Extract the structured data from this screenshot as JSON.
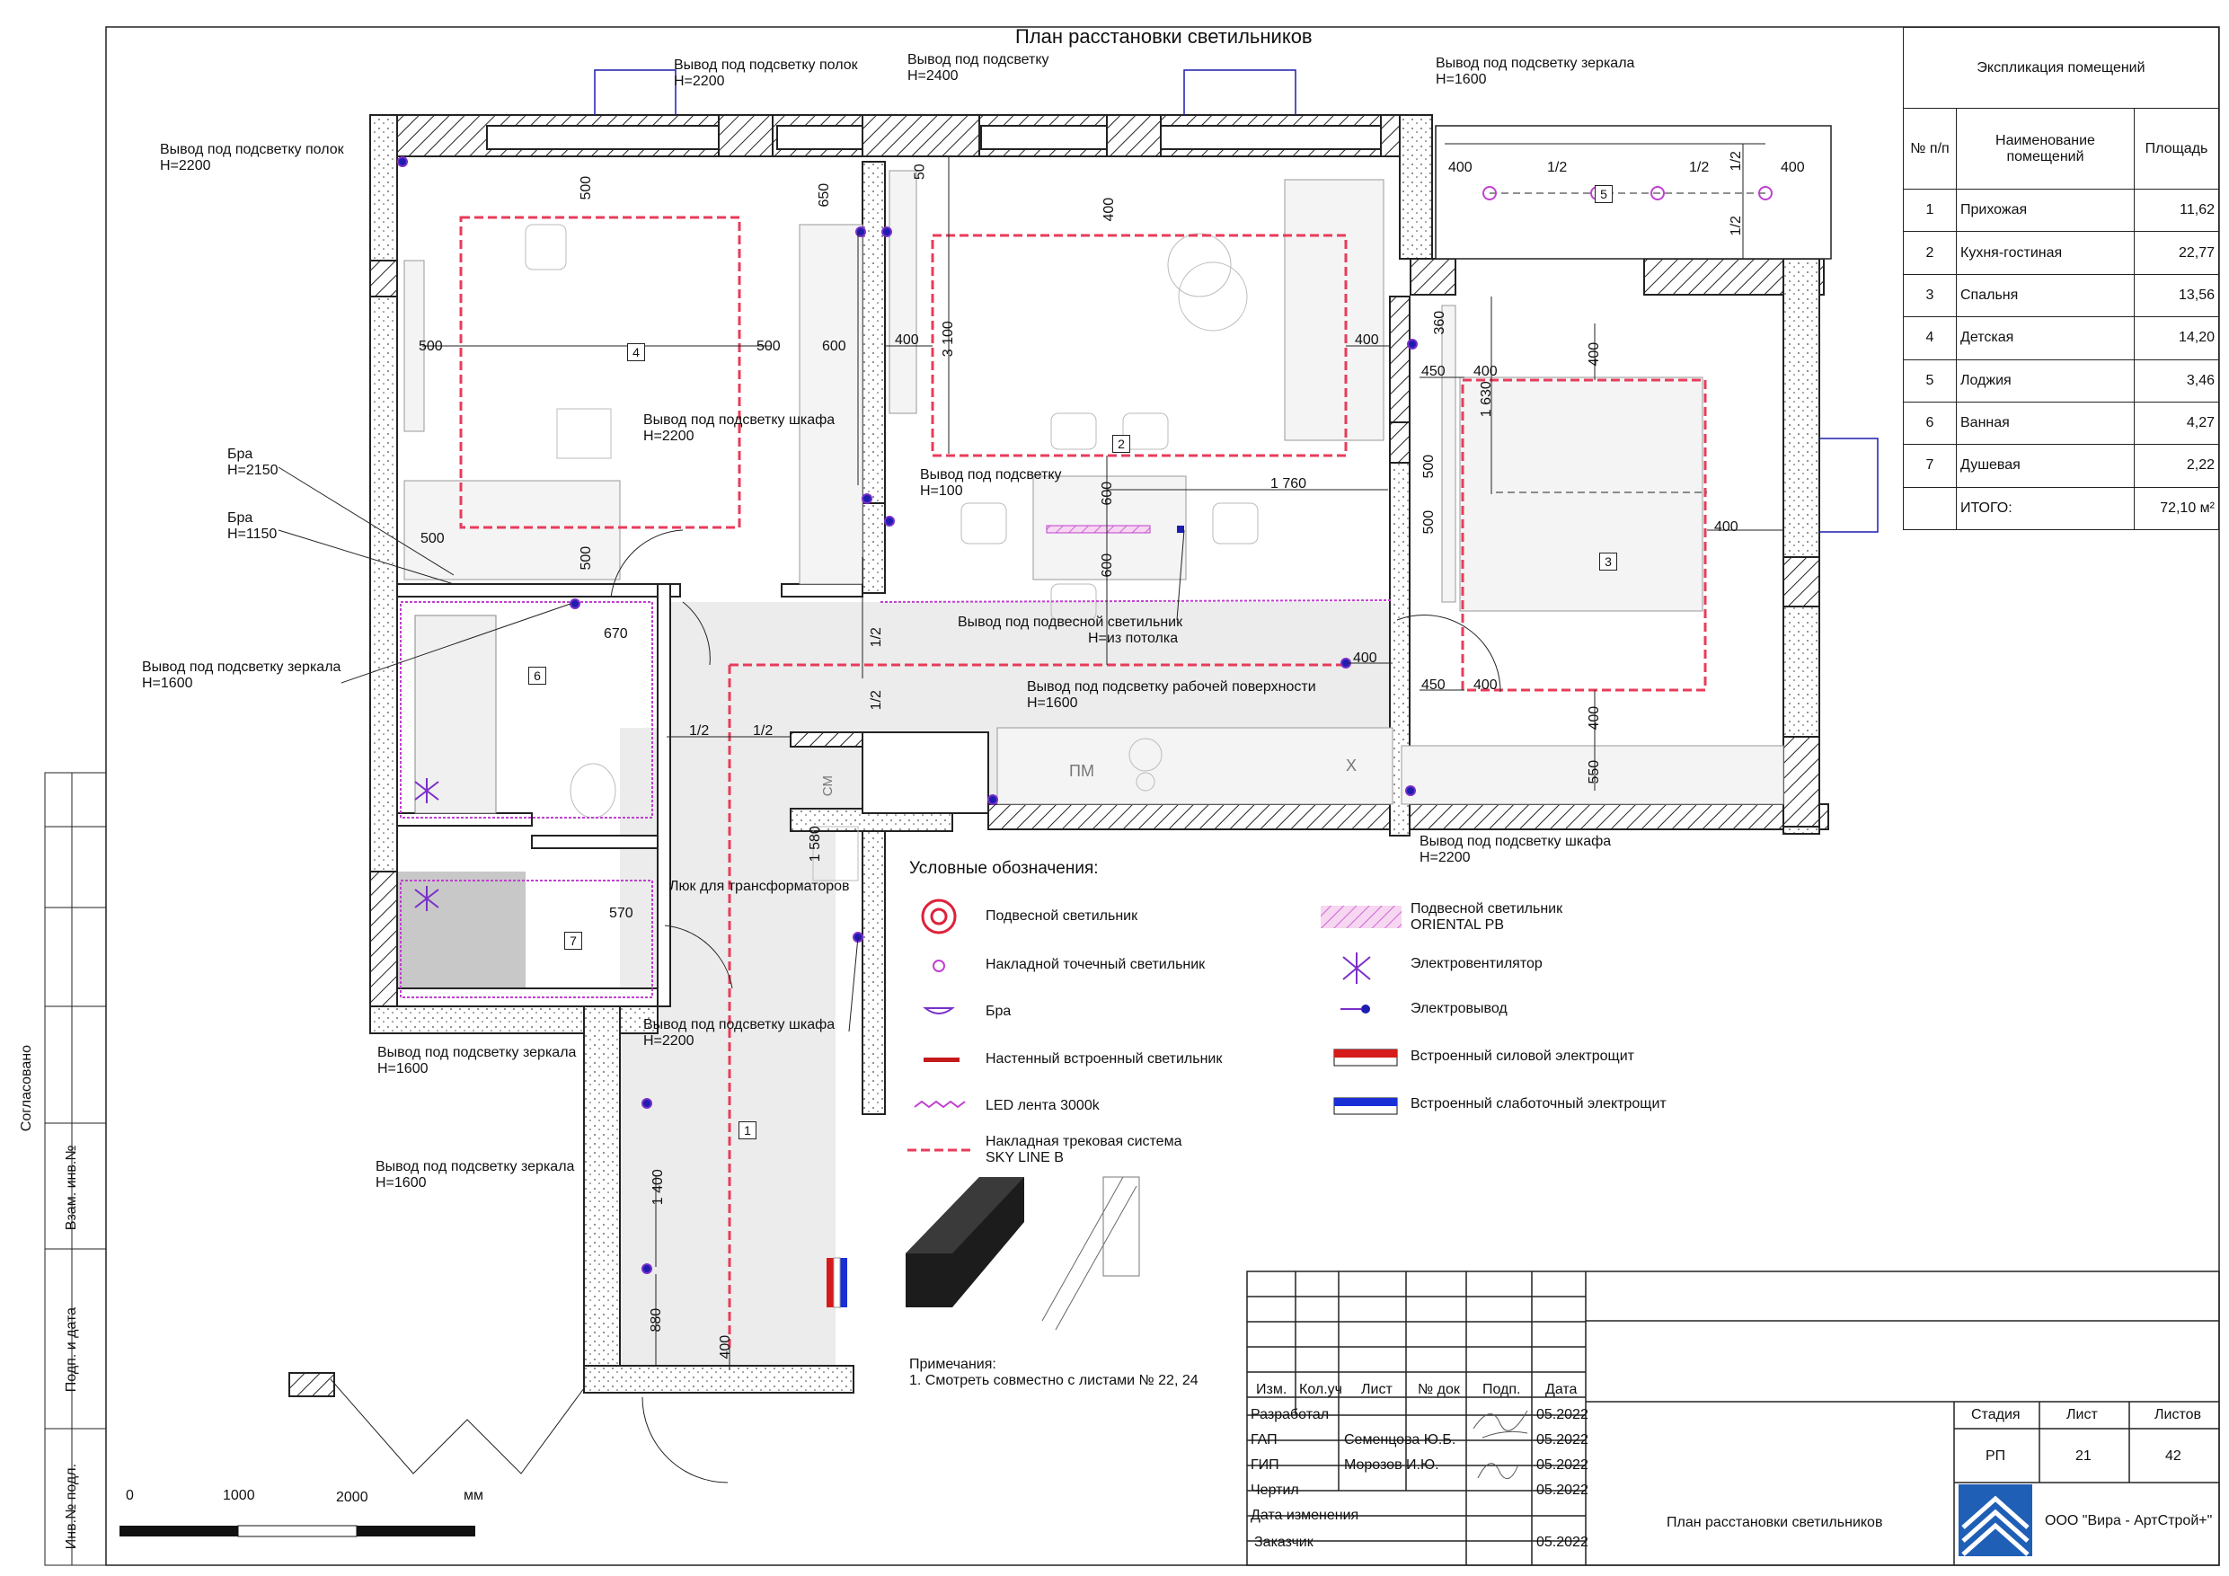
{
  "title": "План расстановки светильников",
  "explication": {
    "heading": "Экспликация помещений",
    "col_num": "№ п/п",
    "col_name": "Наименование помещений",
    "col_area": "Площадь",
    "rows": [
      {
        "n": "1",
        "name": "Прихожая",
        "area": "11,62"
      },
      {
        "n": "2",
        "name": "Кухня-гостиная",
        "area": "22,77"
      },
      {
        "n": "3",
        "name": "Спальня",
        "area": "13,56"
      },
      {
        "n": "4",
        "name": "Детская",
        "area": "14,20"
      },
      {
        "n": "5",
        "name": "Лоджия",
        "area": "3,46"
      },
      {
        "n": "6",
        "name": "Ванная",
        "area": "4,27"
      },
      {
        "n": "7",
        "name": "Душевая",
        "area": "2,22"
      }
    ],
    "total_label": "ИТОГО:",
    "total_area": "72,10 м²"
  },
  "callouts": {
    "c1": "Вывод под подсветку полок",
    "c1h": "H=2200",
    "c2": "Вывод под подсветку полок",
    "c2h": "H=2200",
    "c3": "Вывод под подсветку",
    "c3h": "H=2400",
    "c4": "Вывод под подсветку зеркала",
    "c4h": "H=1600",
    "c5": "Бра",
    "c5h": "H=2150",
    "c6": "Бра",
    "c6h": "H=1150",
    "c7": "Вывод под подсветку зеркала",
    "c7h": "H=1600",
    "c8": "Вывод под подсветку шкафа",
    "c8h": "H=2200",
    "c9": "Вывод под подсветку",
    "c9h": "H=100",
    "c10": "Вывод под подвесной светильник",
    "c10h": "H=из потолка",
    "c11": "Вывод под подсветку рабочей поверхности",
    "c11h": "H=1600",
    "c12": "Вывод под подсветку шкафа",
    "c12h": "H=2200",
    "c13": "Люк для трансформаторов",
    "c14": "Вывод под подсветку шкафа",
    "c14h": "H=2200",
    "c15": "Вывод под подсветку зеркала",
    "c15h": "H=1600",
    "c16": "Вывод под подсветку зеркала",
    "c16h": "H=1600"
  },
  "dims": {
    "d500a": "500",
    "d650": "650",
    "d50": "50",
    "d400a": "400",
    "d400b": "400",
    "d500b": "500",
    "d500c": "500",
    "d600a": "600",
    "d400c": "400",
    "d3100": "3 100",
    "d400d": "400",
    "d600b": "600",
    "d600c": "600",
    "d1760": "1 760",
    "d500d": "500",
    "d500e": "500",
    "d670": "670",
    "d12a": "1/2",
    "d12b": "1/2",
    "d12c": "1/2",
    "d12d": "1/2",
    "d400e": "400",
    "d1580": "1 580",
    "d570": "570",
    "d1400": "1 400",
    "d880": "880",
    "d400f": "400",
    "d360": "360",
    "d450a": "450",
    "d400g": "400",
    "d1630": "1 630",
    "d400h": "400",
    "d500f": "500",
    "d500g": "500",
    "d400i": "400",
    "d450b": "450",
    "d400j": "400",
    "d400k": "400",
    "d550": "550",
    "l400a": "400",
    "l12a": "1/2",
    "l12b": "1/2",
    "l12c": "1/2",
    "l400b": "400",
    "l12d": "1/2"
  },
  "rooms": {
    "r1": "1",
    "r2": "2",
    "r3": "3",
    "r4": "4",
    "r5": "5",
    "r6": "6",
    "r7": "7"
  },
  "kitchen_marks": {
    "pm": "ПМ",
    "sm": "СМ",
    "x": "X"
  },
  "legend": {
    "heading": "Условные обозначения:",
    "items_left": [
      {
        "icon": "pendant-lamp-icon",
        "label": "Подвесной светильник"
      },
      {
        "icon": "spot-lamp-icon",
        "label": "Накладной точечный светильник"
      },
      {
        "icon": "sconce-icon",
        "label": "Бра"
      },
      {
        "icon": "wall-recessed-lamp-icon",
        "label": "Настенный встроенный светильник"
      },
      {
        "icon": "led-strip-icon",
        "label": "LED лента 3000k"
      },
      {
        "icon": "track-system-icon",
        "label": "Накладная трековая система"
      }
    ],
    "track_sub": "SKY LINE B",
    "items_right": [
      {
        "icon": "pendant-oriental-icon",
        "label": "Подвесной светильник"
      },
      {
        "icon": "fan-icon",
        "label": "Электровентилятор"
      },
      {
        "icon": "outlet-icon",
        "label": "Электровывод"
      },
      {
        "icon": "power-panel-icon",
        "label": "Встроенный силовой электрощит"
      },
      {
        "icon": "lowcurrent-panel-icon",
        "label": "Встроенный слаботочный электрощит"
      }
    ],
    "oriental_sub": "ORIENTAL PB"
  },
  "notes": {
    "heading": "Примечания:",
    "line1": "1. Смотреть совместно с листами № 22, 24"
  },
  "scale": {
    "s0": "0",
    "s1": "1000",
    "s2": "2000",
    "unit": "мм"
  },
  "side_stamp": {
    "agreed": "Согласовано",
    "inv_ref": "Взам. инв.№",
    "sign_date": "Подп. и дата",
    "inv_no": "Инв.№ подл."
  },
  "title_block": {
    "h_izm": "Изм.",
    "h_kol": "Кол.уч",
    "h_list": "Лист",
    "h_doc": "№ док",
    "h_sign": "Подп.",
    "h_date": "Дата",
    "rows": [
      {
        "role": "Разработал",
        "name": "",
        "date": "05.2022"
      },
      {
        "role": "ГАП",
        "name": "Семенцова Ю.Б.",
        "date": "05.2022"
      },
      {
        "role": "ГИП",
        "name": "Морозов И.Ю.",
        "date": "05.2022"
      },
      {
        "role": "Чертил",
        "name": "",
        "date": "05.2022"
      },
      {
        "role": "Дата изменения",
        "name": "",
        "date": ""
      },
      {
        "role": "Заказчик",
        "name": "",
        "date": "05.2022"
      }
    ],
    "stage_label": "Стадия",
    "sheet_label": "Лист",
    "sheets_label": "Листов",
    "stage": "РП",
    "sheet": "21",
    "sheets": "42",
    "drawing_title": "План расстановки светильников",
    "company": "ООО \"Вира - АртСтрой+\""
  },
  "colors": {
    "accent_red": "#e0203a",
    "track_red": "#e83c5a",
    "led_purple": "#c040d0",
    "fan_purple": "#7a2fc9",
    "outlet_blue": "#1d1db0",
    "wall": "#333333",
    "floor": "#ececec"
  }
}
